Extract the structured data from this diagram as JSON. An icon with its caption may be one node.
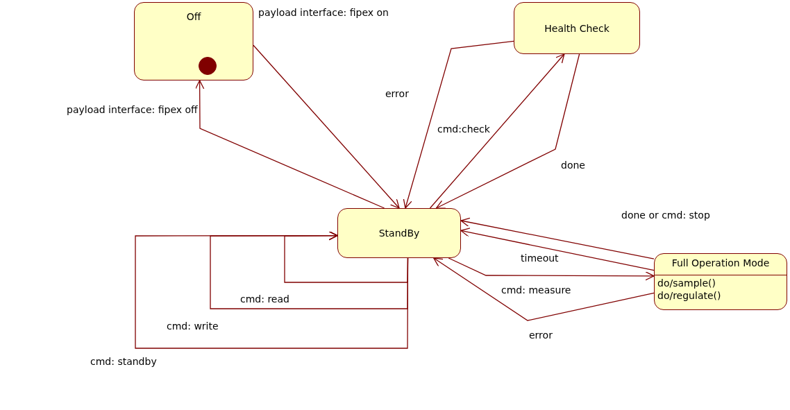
{
  "diagram": {
    "nodes": [
      {
        "text": [
          "Off"
        ]
      },
      {
        "text": [],
        "shape": "circle",
        "in": 0
      },
      {
        "text": [
          "Health Check"
        ]
      },
      {
        "text": [
          "StandBy"
        ]
      },
      {
        "text": [
          "Full Operation Mode",
          "do/sample()",
          "do/regulate()"
        ]
      }
    ],
    "edges": [
      {
        "from": 0,
        "to": 3,
        "arrow": "to",
        "label": "payload interface: fipex on"
      },
      {
        "from": 3,
        "to": 0,
        "arrow": "to",
        "label": "payload interface: fipex off"
      },
      {
        "from": 2,
        "to": 3,
        "arrow": "to",
        "label": "error"
      },
      {
        "from": 3,
        "to": 2,
        "arrow": "to",
        "label": "cmd:check"
      },
      {
        "from": 2,
        "to": 3,
        "arrow": "to",
        "label": "done"
      },
      {
        "from": 4,
        "to": 3,
        "arrow": "to",
        "label": "done or cmd: stop"
      },
      {
        "from": 4,
        "to": 3,
        "arrow": "to",
        "label": "timeout"
      },
      {
        "from": 3,
        "to": 4,
        "arrow": "to",
        "label": "cmd: measure"
      },
      {
        "from": 4,
        "to": 3,
        "arrow": "to",
        "label": "error"
      },
      {
        "from": 3,
        "to": 3,
        "arrow": "to",
        "label": "cmd: read"
      },
      {
        "from": 3,
        "to": 3,
        "arrow": "to",
        "label": "cmd: write"
      },
      {
        "from": 3,
        "to": 3,
        "arrow": "to",
        "label": "cmd: standby"
      }
    ]
  }
}
